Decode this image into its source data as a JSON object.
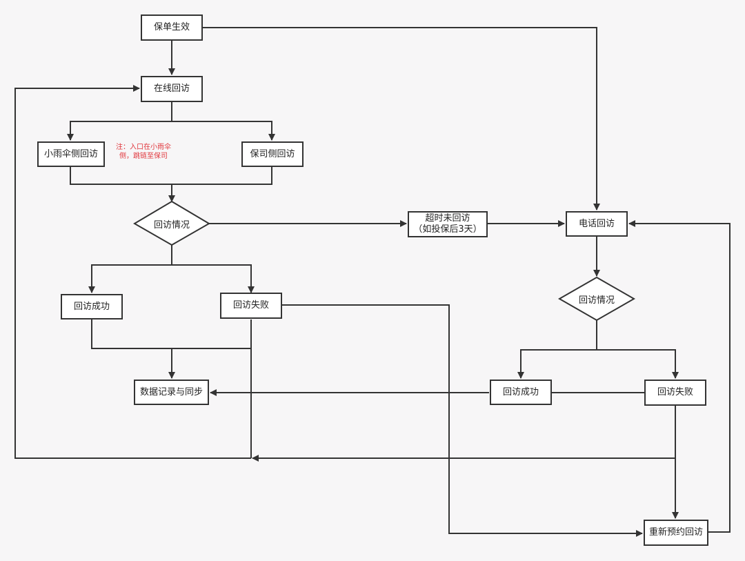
{
  "nodes": {
    "policy_effective": "保单生效",
    "online_visit": "在线回访",
    "xiaoyusan_visit": "小雨伞侧回访",
    "insurer_visit": "保司侧回访",
    "visit_status_1": "回访情况",
    "timeout_line1": "超时未回访",
    "timeout_line2": "（如投保后3天）",
    "phone_visit": "电话回访",
    "visit_status_2": "回访情况",
    "success_1": "回访成功",
    "fail_1": "回访失败",
    "data_sync": "数据记录与同步",
    "success_2": "回访成功",
    "fail_2": "回访失败",
    "reschedule": "重新预约回访"
  },
  "note": {
    "line1": "注：入口在小雨伞",
    "line2": "侧，跳链至保司"
  },
  "colors": {
    "background": "#f7f6f7",
    "line": "#333333",
    "note": "#e0353b"
  }
}
